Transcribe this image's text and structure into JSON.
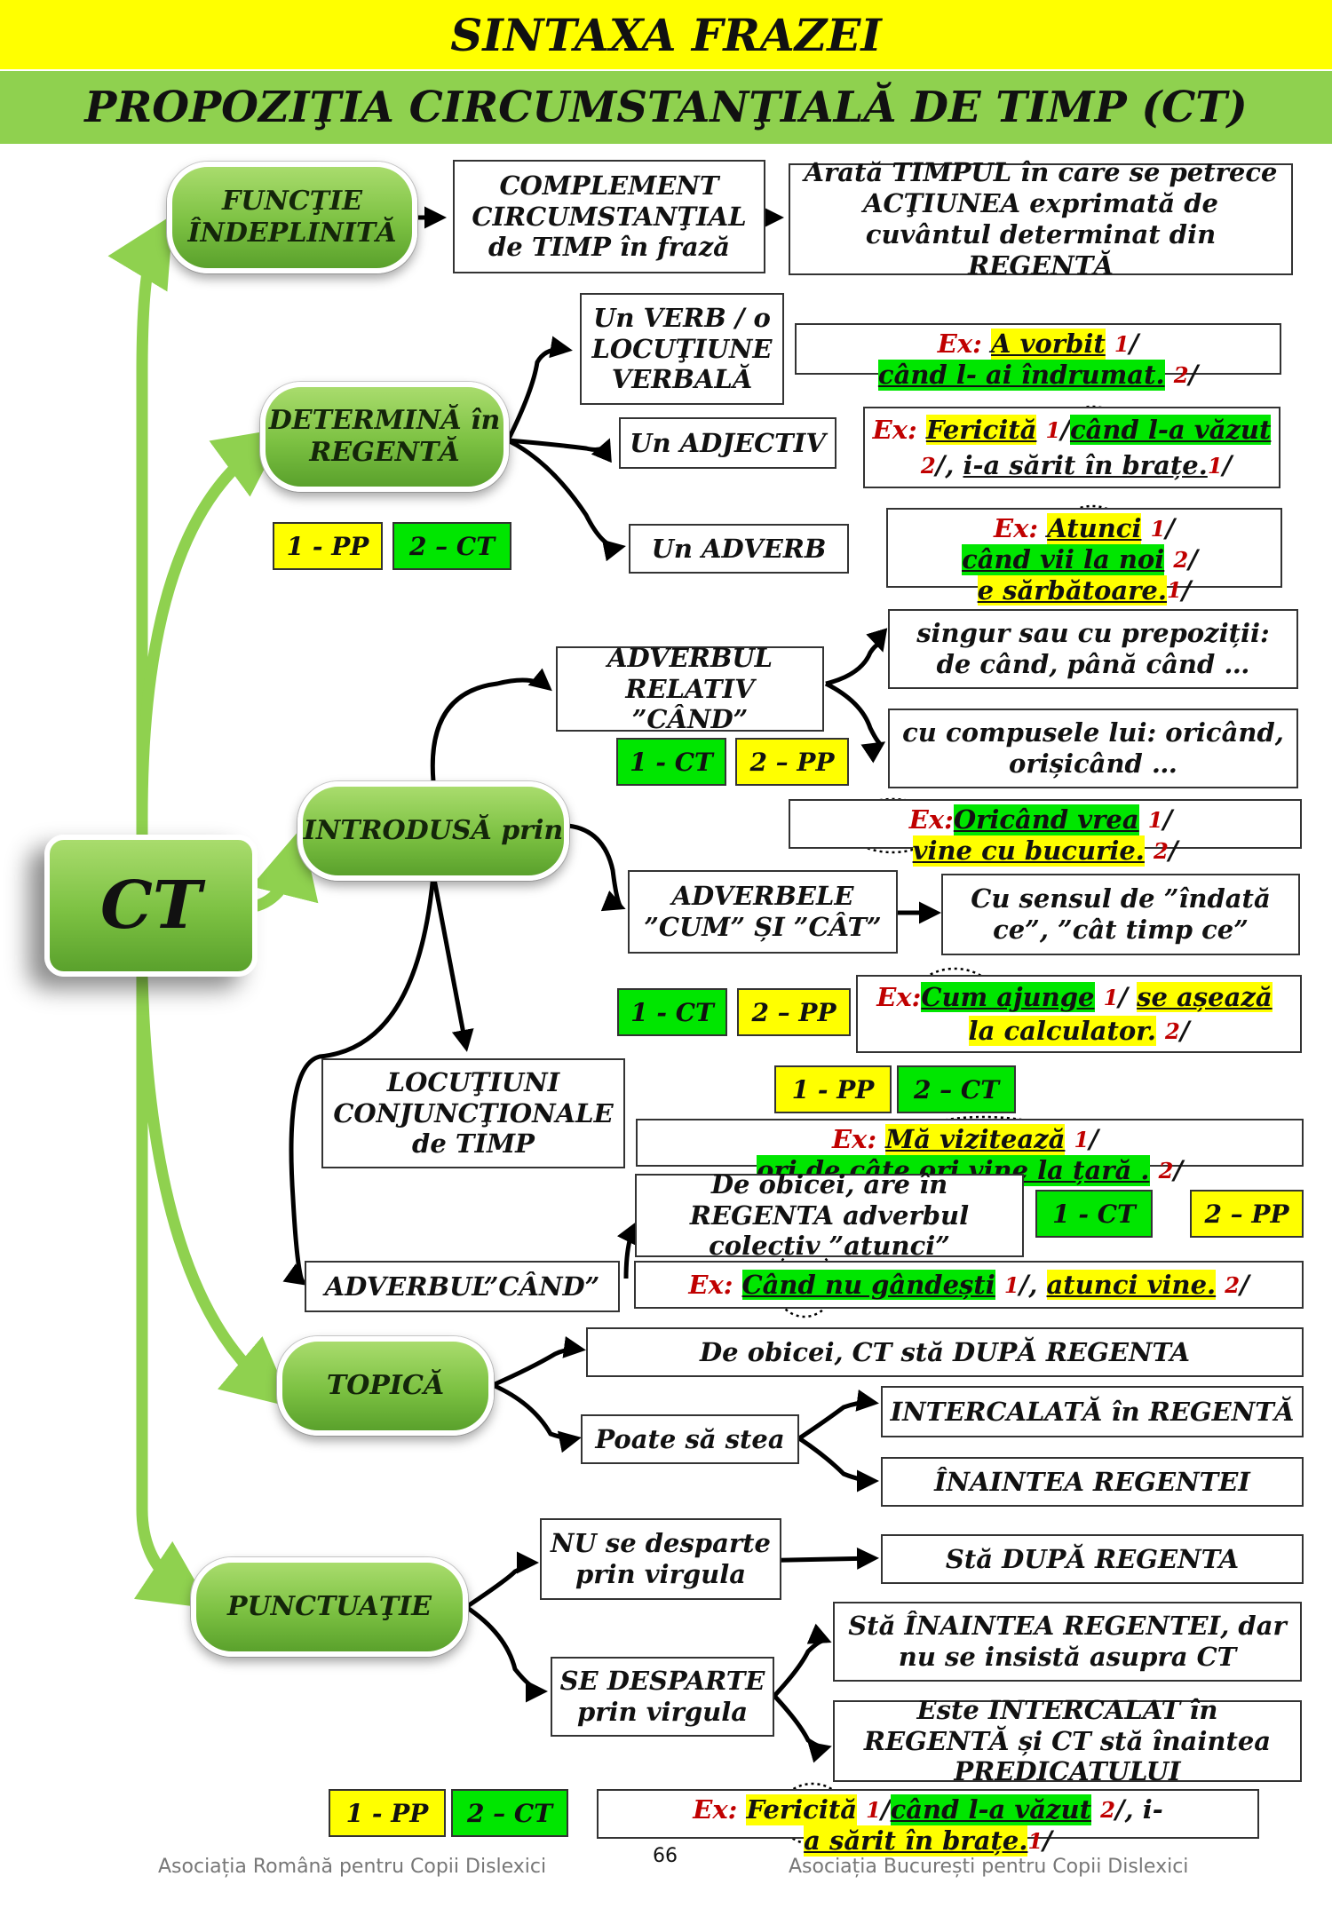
{
  "header": {
    "title": "SINTAXA FRAZEI",
    "subtitle": "PROPOZIŢIA CIRCUMSTANŢIALĂ DE TIMP (CT)"
  },
  "center": "CT",
  "nodes": {
    "functie": "FUNCŢIE ÎNDEPLINITĂ",
    "determina": "DETERMINĂ în REGENTĂ",
    "introdusa": "INTRODUSĂ prin",
    "topica": "TOPICĂ",
    "punctuatie": "PUNCTUAŢIE"
  },
  "functie": {
    "complement": "COMPLEMENT CIRCUMSTANŢIAL de TIMP în frază",
    "arata": "Arată TIMPUL în care se petrece ACŢIUNEA exprimată de cuvântul determinat din REGENTĂ"
  },
  "determina": {
    "verb": "Un VERB / o LOCUŢIUNE VERBALĂ",
    "adjectiv": "Un ADJECTIV",
    "adverb": "Un ADVERB",
    "tag1": "1 - PP",
    "tag2": "2 – CT",
    "ex1": {
      "ex": "Ex:",
      "a": "A vorbit",
      "n1": "1",
      "sep": "/",
      "b": "când l- ai îndrumat.",
      "n2": "2",
      "end": "/"
    },
    "ex2": {
      "ex": "Ex:",
      "a": "Fericită",
      "n1": "1",
      "sep": "/",
      "b": "când l-a văzut",
      "n2": "2",
      "mid": "/,",
      "c": "i-a sărit în brațe.",
      "n3": "1",
      "end": "/"
    },
    "ex3": {
      "ex": "Ex:",
      "a": "Atunci",
      "n1": "1",
      "sep": "/",
      "b": "când vii la noi",
      "n2": "2",
      "mid": "/",
      "c": "e sărbătoare.",
      "n3": "1",
      "end": "/"
    }
  },
  "introdusa": {
    "adv_relativ": "ADVERBUL RELATIV ”CÂND”",
    "singur": "singur sau cu prepoziții: de când, până când …",
    "compuse": "cu compusele lui: oricând, orișicând …",
    "tagA1": "1 - CT",
    "tagA2": "2 – PP",
    "exA": {
      "ex": "Ex:",
      "a": "Oricând vrea",
      "n1": "1",
      "sep": "/",
      "b": "vine cu bucurie.",
      "n2": "2",
      "end": "/"
    },
    "cum_cat": "ADVERBELE ”CUM” ȘI ”CÂT”",
    "sensul": "Cu sensul de ”îndată ce”, ”cât timp ce”",
    "tagB1": "1 - CT",
    "tagB2": "2 – PP",
    "exB": {
      "ex": "Ex:",
      "a": "Cum ajunge",
      "n1": "1",
      "sep": "/",
      "b": "se așează",
      "c": "la calculator.",
      "n2": "2",
      "end": "/"
    },
    "locutiuni": "LOCUŢIUNI CONJUNCŢIONALE de TIMP",
    "tagC1": "1 - PP",
    "tagC2": "2 – CT",
    "exC": {
      "ex": "Ex:",
      "a": "Mă vizitează",
      "n1": "1",
      "sep": "/",
      "b": "ori de câte ori vine la țară .",
      "n2": "2",
      "end": "/"
    },
    "adv_cand": "ADVERBUL”CÂND”",
    "de_obicei": "De obicei, are în REGENTA adverbul colectiv ”atunci”",
    "tagD1": "1 - CT",
    "tagD2": "2 – PP",
    "exD": {
      "ex": "Ex:",
      "a": "Când nu gândești",
      "n1": "1",
      "sep": "/,",
      "b": "atunci vine.",
      "n2": "2",
      "end": "/"
    }
  },
  "topica": {
    "dupa": "De obicei, CT stă DUPĂ REGENTA",
    "poate": "Poate să stea",
    "intercalata": "INTERCALATĂ în REGENTĂ",
    "inaintea": "ÎNAINTEA REGENTEI"
  },
  "punctuatie": {
    "nu": "NU se desparte prin virgula",
    "sta_dupa": "Stă DUPĂ REGENTA",
    "se": "SE DESPARTE prin virgula",
    "sta_inaintea": "Stă ÎNAINTEA REGENTEI, dar nu se insistă asupra CT",
    "intercalat": "Este INTERCALAT în REGENTĂ și CT stă înaintea PREDICATULUI",
    "tag1": "1 - PP",
    "tag2": "2 – CT",
    "ex": {
      "ex": "Ex:",
      "a": "Fericită",
      "n1": "1",
      "sep": "/",
      "b": "când l-a văzut",
      "n2": "2",
      "mid": "/, i-",
      "c": "a sărit în brațe.",
      "n3": "1",
      "end": "/"
    }
  },
  "footer": {
    "left": "Asociația Română pentru Copii Dislexici",
    "page": "66",
    "right": "Asociația București pentru Copii Dislexici"
  }
}
